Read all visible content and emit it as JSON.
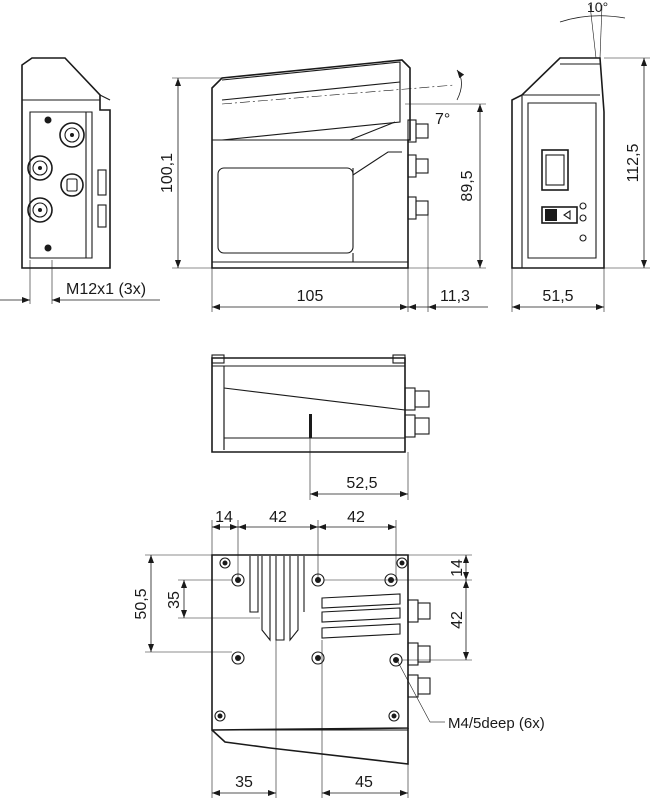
{
  "labels": {
    "angle_10": "10°",
    "angle_7": "7°",
    "height_100_1": "100,1",
    "height_89_5": "89,5",
    "height_112_5": "112,5",
    "width_105": "105",
    "width_11_3": "11,3",
    "width_51_5": "51,5",
    "connector_note": "M12x1 (3x)",
    "depth_52_5": "52,5",
    "top_14": "14",
    "top_42_a": "42",
    "top_42_b": "42",
    "left_50_5": "50,5",
    "left_35": "35",
    "right_14": "14",
    "right_42": "42",
    "hole_note": "M4/5deep (6x)",
    "bottom_35": "35",
    "bottom_45": "45"
  }
}
